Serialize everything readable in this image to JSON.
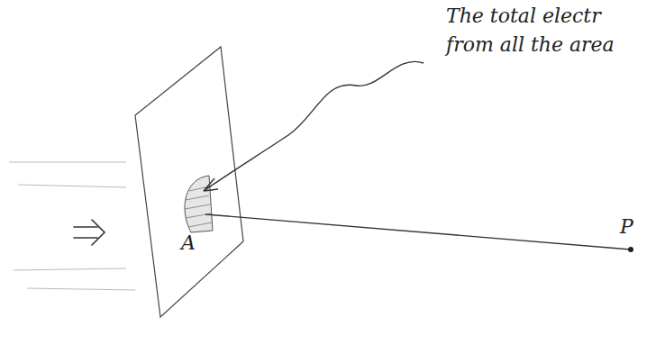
{
  "diagram": {
    "labels": [
      "The total electr from all the area",
      "A",
      "P"
    ]
  }
}
